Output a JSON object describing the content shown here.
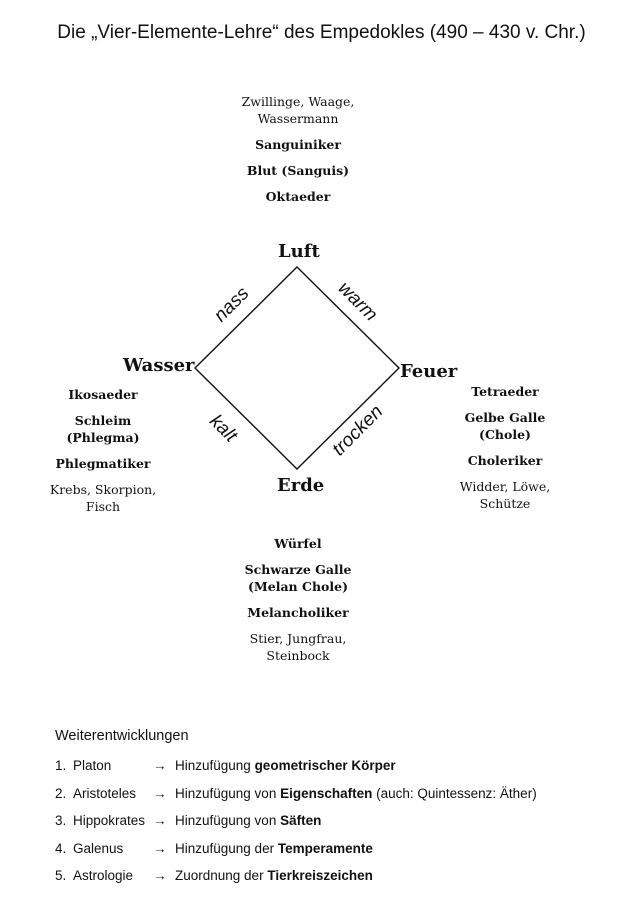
{
  "title": "Die „Vier-Elemente-Lehre“ des Empedokles (490 – 430 v. Chr.)",
  "elements": {
    "top": "Luft",
    "left": "Wasser",
    "right": "Feuer",
    "bottom": "Erde"
  },
  "qualities": {
    "top_left": "nass",
    "top_right": "warm",
    "bottom_left": "kalt",
    "bottom_right": "trocken"
  },
  "luft": {
    "zodiac": [
      "Zwillinge, Waage,",
      "Wassermann"
    ],
    "temperament": "Sanguiniker",
    "fluid": [
      "Blut (Sanguis)"
    ],
    "solid": "Oktaeder"
  },
  "wasser": {
    "solid": "Ikosaeder",
    "fluid": [
      "Schleim",
      "(Phlegma)"
    ],
    "temperament": "Phlegmatiker",
    "zodiac": [
      "Krebs, Skorpion,",
      "Fisch"
    ]
  },
  "feuer": {
    "solid": "Tetraeder",
    "fluid": [
      "Gelbe Galle",
      "(Chole)"
    ],
    "temperament": "Choleriker",
    "zodiac": [
      "Widder, Löwe,",
      "Schütze"
    ]
  },
  "erde": {
    "solid": "Würfel",
    "fluid": [
      "Schwarze Galle",
      "(Melan Chole)"
    ],
    "temperament": "Melancholiker",
    "zodiac": [
      "Stier, Jungfrau,",
      "Steinbock"
    ]
  },
  "developments": {
    "heading": "Weiterentwicklungen",
    "arrow": "→",
    "items": [
      {
        "num": "1.",
        "name": "Platon",
        "text": "Hinzufügung ",
        "bold": "geometrischer Körper",
        "suffix": ""
      },
      {
        "num": "2.",
        "name": "Aristoteles",
        "text": "Hinzufügung von ",
        "bold": "Eigenschaften",
        "suffix": " (auch: Quintessenz: Äther)"
      },
      {
        "num": "3.",
        "name": "Hippokrates",
        "text": "Hinzufügung von ",
        "bold": "Säften",
        "suffix": ""
      },
      {
        "num": "4.",
        "name": "Galenus",
        "text": "Hinzufügung der ",
        "bold": "Temperamente",
        "suffix": ""
      },
      {
        "num": "5.",
        "name": "Astrologie",
        "text": "Zuordnung der ",
        "bold": "Tierkreiszeichen",
        "suffix": ""
      }
    ]
  }
}
